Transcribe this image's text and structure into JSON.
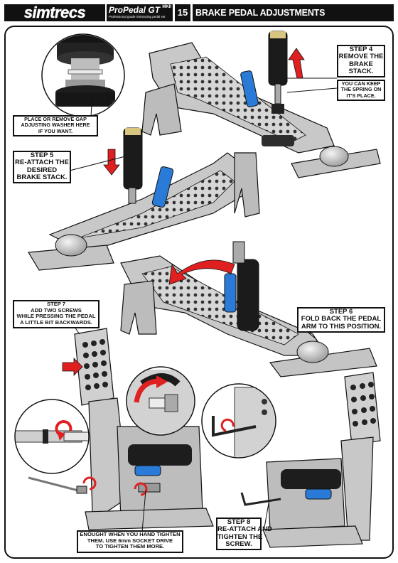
{
  "header": {
    "logo": "simtrecs",
    "product": "ProPedal GT",
    "product_mark": "MKII",
    "product_sub": "Professional grade Simtracing pedal set",
    "page_number": "15",
    "title": "BRAKE PEDAL ADJUSTMENTS"
  },
  "callouts": {
    "step4": {
      "title": "STEP 4",
      "lines": [
        "REMOVE THE",
        "BRAKE",
        "STACK."
      ]
    },
    "step4_note": {
      "lines": [
        "YOU CAN KEEP",
        "THE SPRING ON",
        "IT'S PLACE."
      ]
    },
    "washer_note": {
      "lines": [
        "PLACE OR REMOVE GAP",
        "ADJUSTING WASHER HERE",
        "IF YOU WANT."
      ]
    },
    "step5": {
      "title": "STEP 5",
      "lines": [
        "RE-ATTACH THE",
        "DESIRED",
        "BRAKE STACK."
      ]
    },
    "step6": {
      "title": "STEP 6",
      "lines": [
        "FOLD BACK THE PEDAL",
        "ARM TO THIS POSITION."
      ]
    },
    "step7": {
      "title": "STEP 7",
      "lines": [
        "ADD TWO SCREWS",
        "WHILE PRESSING THE PEDAL",
        "A LITTLE BIT BACKWARDS."
      ]
    },
    "step8": {
      "title": "STEP 8",
      "lines": [
        "RE-ATTACH AND",
        "TIGHTEN THE",
        "SCREW."
      ]
    },
    "tighten_note": {
      "lines": [
        "ENOUGHT WHEN YOU HAND TIGHTEN",
        "THEM. USE 6mm SOCKET DRIVE",
        "TO TIGHTEN THEM MORE."
      ]
    }
  },
  "colors": {
    "accent_red": "#e02020",
    "damper_blue": "#2a7bd8",
    "metal": "#c9c9c9",
    "ink": "#111111"
  }
}
